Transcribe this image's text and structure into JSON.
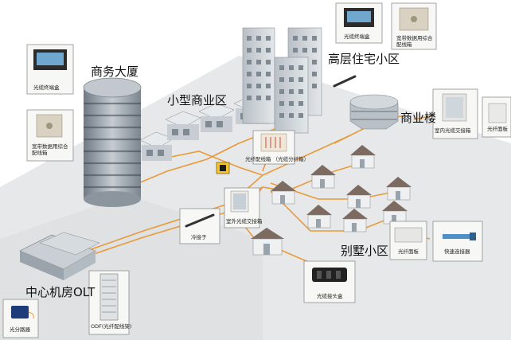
{
  "labels": {
    "commercial_building": "商务大厦",
    "small_business_district": "小型商业区",
    "highrise_residential": "高层住宅小区",
    "business_building": "商业楼",
    "villa_district": "别墅小区",
    "central_office_olt": "中心机房OLT"
  },
  "devices": {
    "terminal_box_top": "光缆终端盒",
    "broadband_cabinet_top": "宽带数据用综合\n配线箱",
    "terminal_box_left": "光缆终端盒",
    "broadband_cabinet_left": "宽带数据用综合\n配线箱",
    "indoor_exchange_box": "室内光缆交接箱",
    "fiber_panel_right": "光纤面板",
    "fiber_distribution_box": "光纤配线箱 （光缆分纤箱）",
    "outdoor_exchange_box": "室外光缆交接箱",
    "cold_splice": "冷接子",
    "fiber_panel_bottom": "光纤面板",
    "fast_connector": "快速连接器",
    "splice_closure": "光缆接头盒",
    "odf_rack": "ODF(光纤配线架)",
    "optical_splitter": "光分路器"
  },
  "colors": {
    "cable": "#e89a3a",
    "ground": "#e4e6e8",
    "building": "#9aa3ab",
    "roof": "#7d6a60"
  }
}
